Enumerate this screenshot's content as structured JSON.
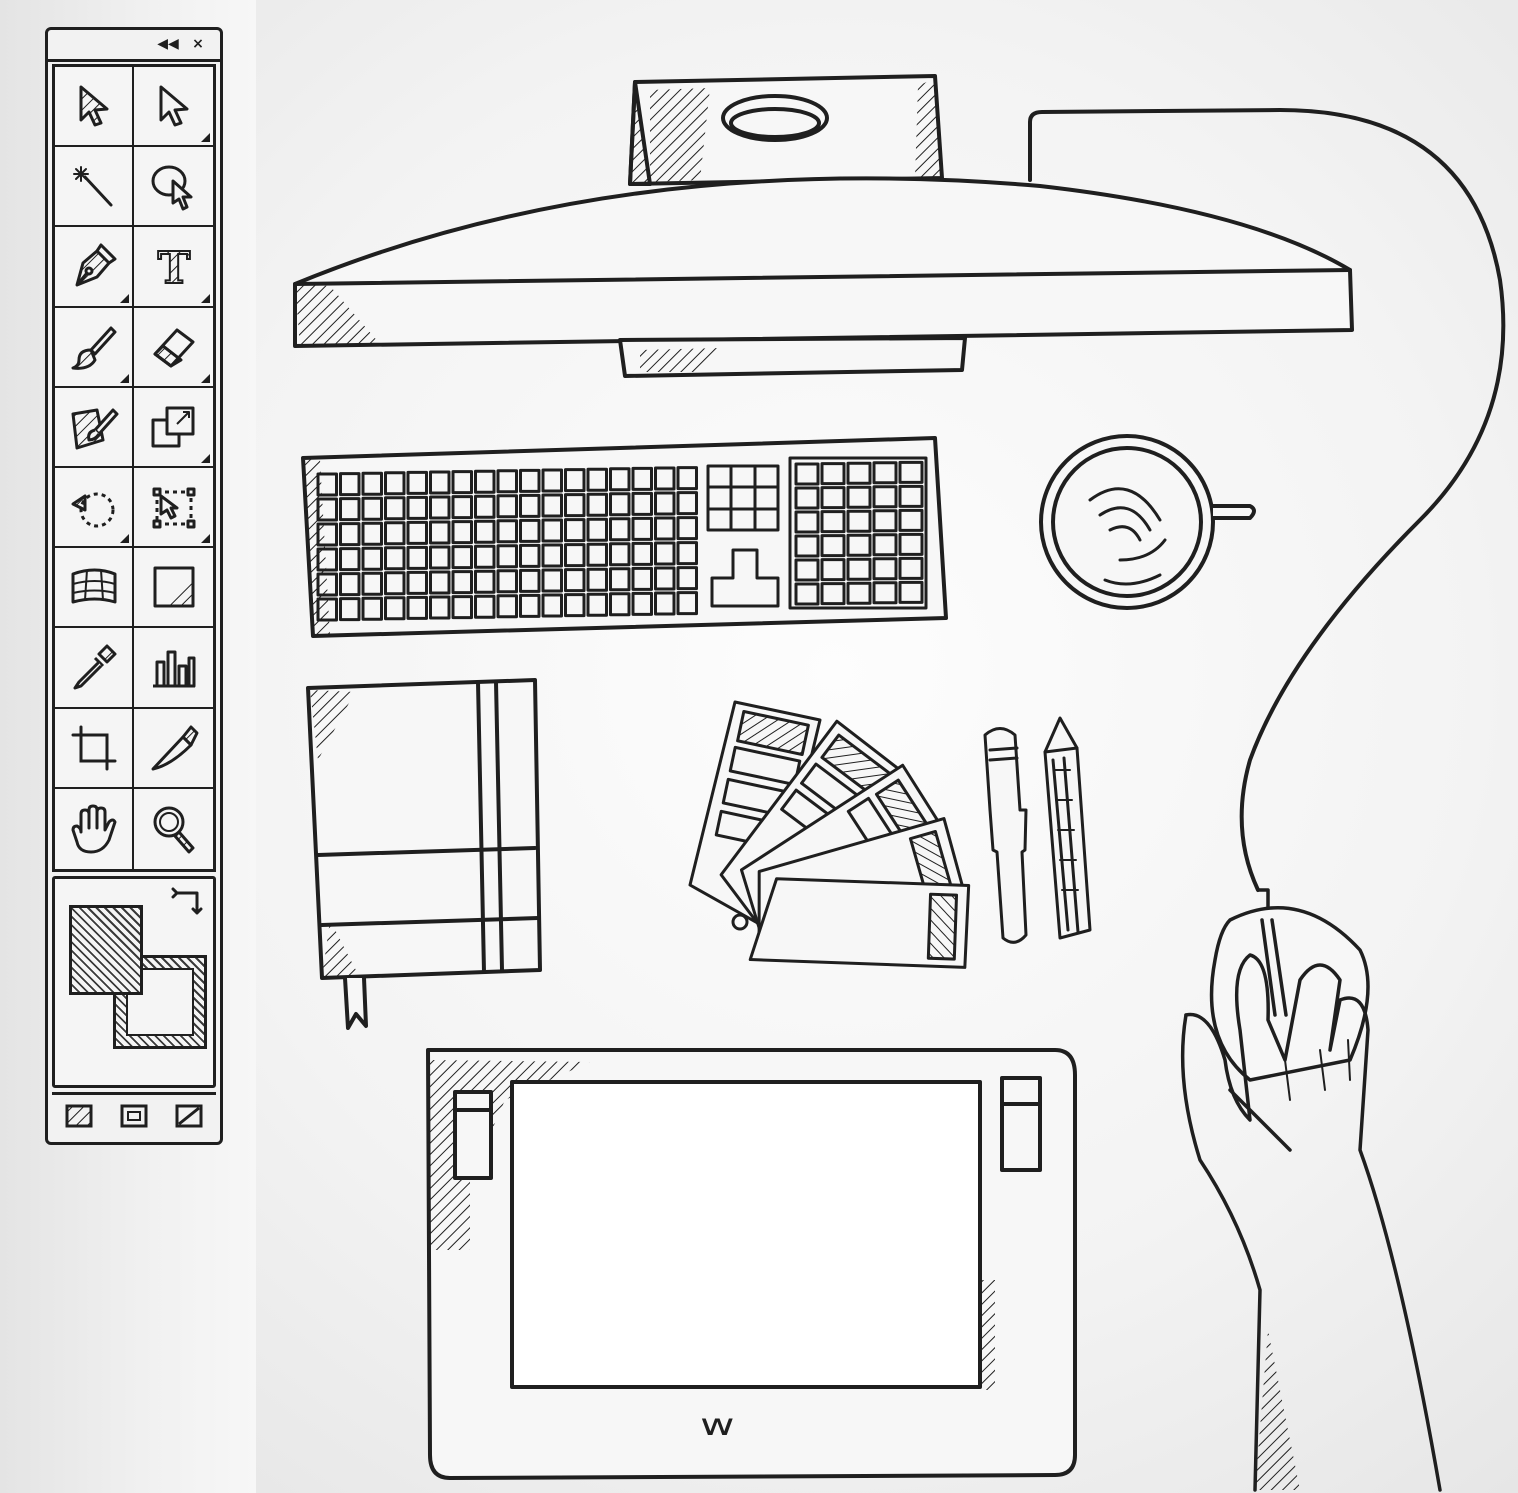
{
  "toolbox": {
    "title_buttons": [
      {
        "name": "collapse",
        "glyph": "◀◀"
      },
      {
        "name": "close",
        "glyph": "×"
      }
    ],
    "tools": [
      {
        "name": "move-tool-icon",
        "flyout": false
      },
      {
        "name": "direct-selection-tool-icon",
        "flyout": true
      },
      {
        "name": "magic-wand-tool-icon",
        "flyout": false
      },
      {
        "name": "lasso-selection-tool-icon",
        "flyout": false
      },
      {
        "name": "pen-tool-icon",
        "flyout": true
      },
      {
        "name": "type-tool-icon",
        "flyout": true
      },
      {
        "name": "paintbrush-tool-icon",
        "flyout": true
      },
      {
        "name": "eraser-tool-icon",
        "flyout": true
      },
      {
        "name": "fill-tool-icon",
        "flyout": false
      },
      {
        "name": "transform-tool-icon",
        "flyout": true
      },
      {
        "name": "rotate-tool-icon",
        "flyout": true
      },
      {
        "name": "free-transform-tool-icon",
        "flyout": true
      },
      {
        "name": "mesh-tool-icon",
        "flyout": false
      },
      {
        "name": "gradient-tool-icon",
        "flyout": false
      },
      {
        "name": "eyedropper-tool-icon",
        "flyout": false
      },
      {
        "name": "graph-tool-icon",
        "flyout": false
      },
      {
        "name": "crop-tool-icon",
        "flyout": false
      },
      {
        "name": "knife-tool-icon",
        "flyout": false
      },
      {
        "name": "hand-tool-icon",
        "flyout": false
      },
      {
        "name": "zoom-tool-icon",
        "flyout": false
      }
    ],
    "type_tool_glyph": "T",
    "color": {
      "swap_icon": "swap-arrows-icon",
      "fill": "hatched",
      "stroke": "hatched-outline"
    },
    "modes": [
      "fill-mode-icon",
      "screen-mode-icon",
      "none-mode-icon"
    ]
  },
  "tablet": {
    "logo": "w"
  },
  "style": {
    "ink": "#1f1f1f",
    "paper": "#f5f5f5"
  }
}
